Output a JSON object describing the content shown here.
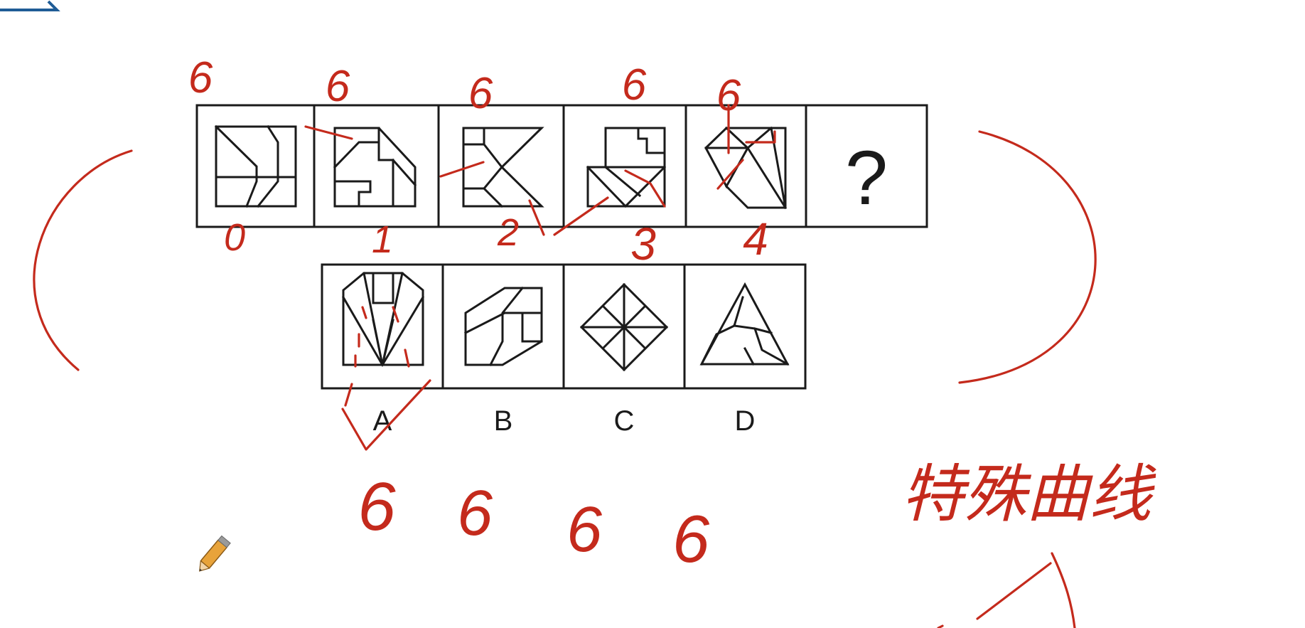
{
  "puzzle": {
    "question_mark": "?",
    "options": [
      "A",
      "B",
      "C",
      "D"
    ]
  },
  "annotations": {
    "top_counts": [
      "6",
      "6",
      "6",
      "6",
      "6"
    ],
    "bottom_counts": [
      "0",
      "1",
      "2",
      "3",
      "4"
    ],
    "option_counts": [
      "6",
      "6",
      "6",
      "6"
    ],
    "note": "特殊曲线"
  },
  "colors": {
    "ink": "#c42a1c",
    "line": "#1a1a1a",
    "corner_accent": "#1f5c96",
    "pencil": "#e8a33a"
  },
  "icons": [
    "pencil-icon"
  ]
}
